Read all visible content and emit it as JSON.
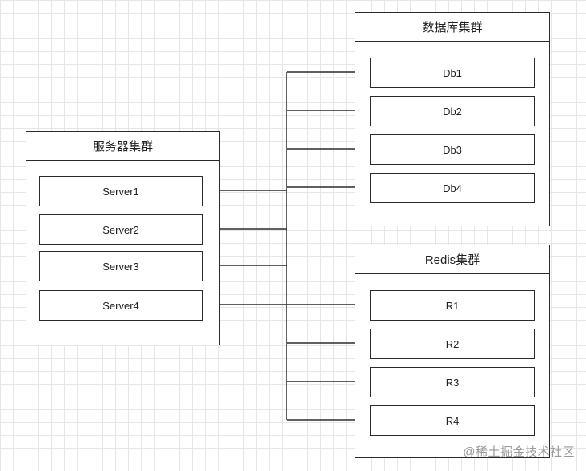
{
  "server_cluster": {
    "title": "服务器集群",
    "nodes": [
      "Server1",
      "Server2",
      "Server3",
      "Server4"
    ]
  },
  "db_cluster": {
    "title": "数据库集群",
    "nodes": [
      "Db1",
      "Db2",
      "Db3",
      "Db4"
    ]
  },
  "redis_cluster": {
    "title": "Redis集群",
    "nodes": [
      "R1",
      "R2",
      "R3",
      "R4"
    ]
  },
  "watermark": "@稀土掘金技术社区",
  "colors": {
    "line": "#2b2b2b",
    "grid": "#e6e6e6",
    "watermark": "#9a9a9a"
  }
}
